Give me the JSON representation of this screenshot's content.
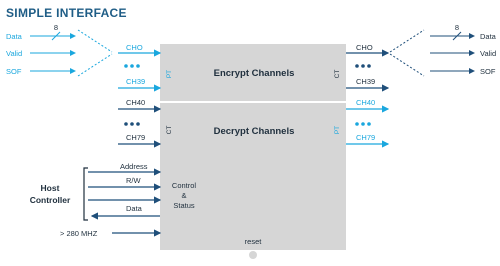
{
  "title": "SIMPLE INTERFACE",
  "left_inputs": {
    "data": "Data",
    "valid": "Valid",
    "sof": "SOF",
    "bus_width": "8"
  },
  "right_outputs": {
    "data": "Data",
    "valid": "Valid",
    "sof": "SOF",
    "bus_width": "8"
  },
  "channels": {
    "ch0_in": "CHO",
    "ch39_in": "CH39",
    "ch40_in": "CH40",
    "ch79_in": "CH79",
    "ch0_out": "CHO",
    "ch39_out": "CH39",
    "ch40_out": "CH40",
    "ch79_out": "CH79"
  },
  "block": {
    "encrypt": "Encrypt Channels",
    "decrypt": "Decrypt Channels",
    "pt": "PT",
    "ct": "CT",
    "control_lines": [
      "Control",
      "&",
      "Status"
    ],
    "reset": "reset"
  },
  "host": {
    "lines": [
      "Host",
      "Controller"
    ],
    "address": "Address",
    "rw": "R/W",
    "data": "Data"
  },
  "clock": "> 280 MHZ",
  "colors": {
    "cyan": "#1aa7de",
    "navy": "#1f4f7a",
    "block": "#d6d6d6",
    "text": "#1f2f3d"
  }
}
